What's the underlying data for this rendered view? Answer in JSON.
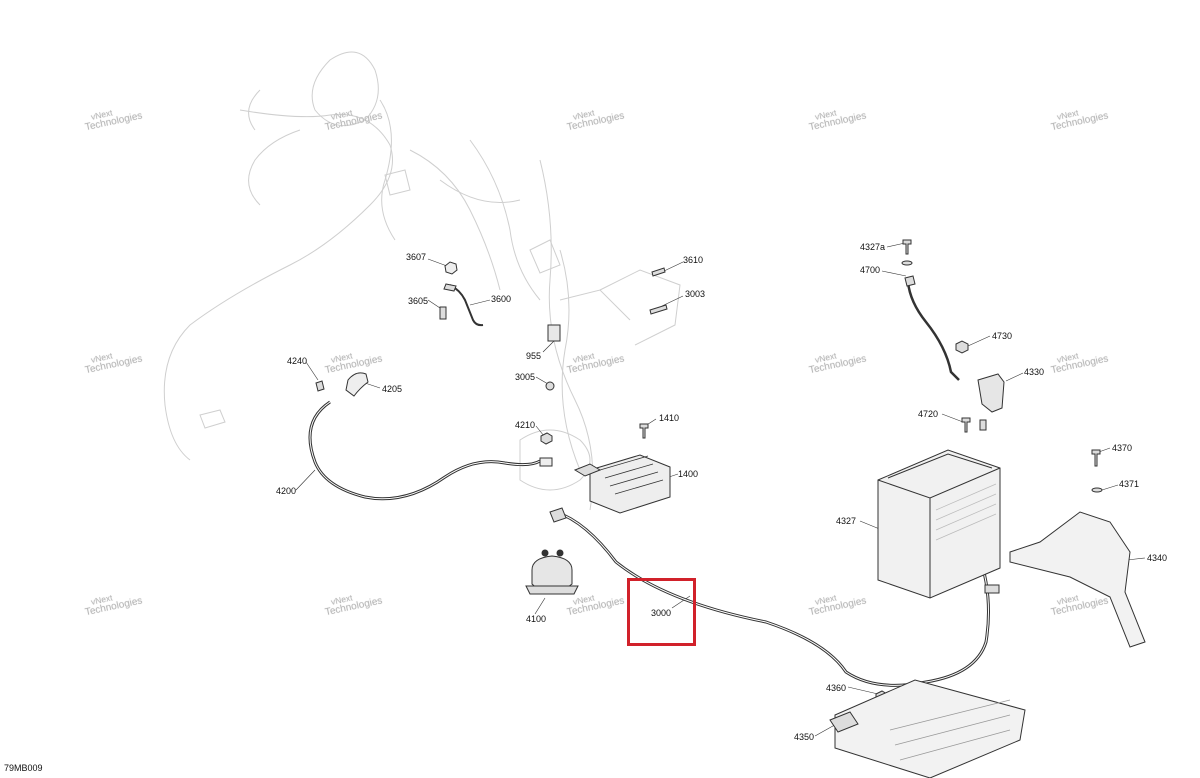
{
  "watermark": {
    "line1": "vNext",
    "line2": "Technologies",
    "full": "vNext Technologies"
  },
  "figure_ref": "79MB009",
  "highlighted_part": "3000",
  "callouts": [
    {
      "id": "c3607",
      "text": "3607"
    },
    {
      "id": "c3605",
      "text": "3605"
    },
    {
      "id": "c3600",
      "text": "3600"
    },
    {
      "id": "c3610",
      "text": "3610"
    },
    {
      "id": "c3003",
      "text": "3003"
    },
    {
      "id": "c955",
      "text": "955"
    },
    {
      "id": "c3005",
      "text": "3005"
    },
    {
      "id": "c4240",
      "text": "4240"
    },
    {
      "id": "c4205",
      "text": "4205"
    },
    {
      "id": "c4210",
      "text": "4210"
    },
    {
      "id": "c1410",
      "text": "1410"
    },
    {
      "id": "c1400",
      "text": "1400"
    },
    {
      "id": "c4200",
      "text": "4200"
    },
    {
      "id": "c4100",
      "text": "4100"
    },
    {
      "id": "c3000",
      "text": "3000"
    },
    {
      "id": "c4327a",
      "text": "4327a"
    },
    {
      "id": "c4700",
      "text": "4700"
    },
    {
      "id": "c4730",
      "text": "4730"
    },
    {
      "id": "c4330",
      "text": "4330"
    },
    {
      "id": "c4720",
      "text": "4720"
    },
    {
      "id": "c4327",
      "text": "4327"
    },
    {
      "id": "c4370",
      "text": "4370"
    },
    {
      "id": "c4371",
      "text": "4371"
    },
    {
      "id": "c4340",
      "text": "4340"
    },
    {
      "id": "c4360",
      "text": "4360"
    },
    {
      "id": "c4350",
      "text": "4350"
    }
  ]
}
